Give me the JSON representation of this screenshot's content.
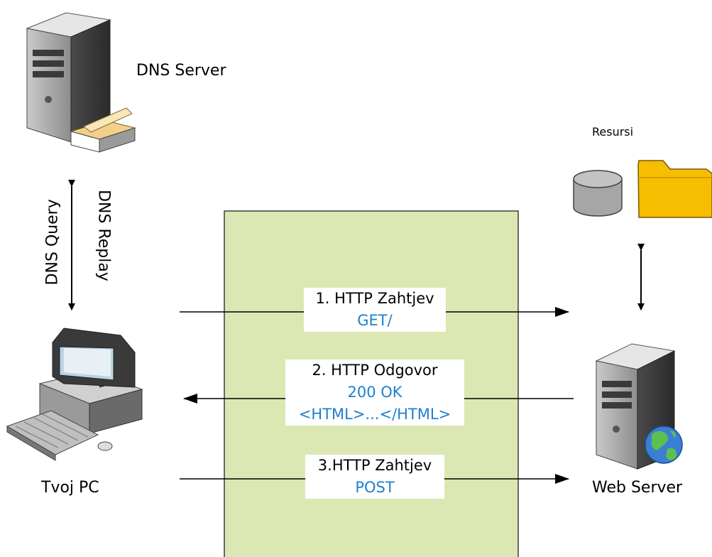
{
  "nodes": {
    "dns_server": "DNS Server",
    "resources": "Resursi",
    "client_pc": "Tvoj PC",
    "web_server": "Web Server"
  },
  "dns": {
    "query": "DNS Query",
    "reply": "DNS Replay"
  },
  "messages": [
    {
      "title": "1. HTTP Zahtjev",
      "lines": [
        "GET/"
      ]
    },
    {
      "title": "2. HTTP Odgovor",
      "lines": [
        "200 OK",
        "<HTML>...</HTML>"
      ]
    },
    {
      "title": "3.HTTP Zahtjev",
      "lines": [
        "POST"
      ]
    }
  ],
  "colors": {
    "network_area": "#dbe8b4",
    "detail_text": "#1f7fd0",
    "folder": "#f7bd00",
    "database": "#a6a6a6"
  }
}
